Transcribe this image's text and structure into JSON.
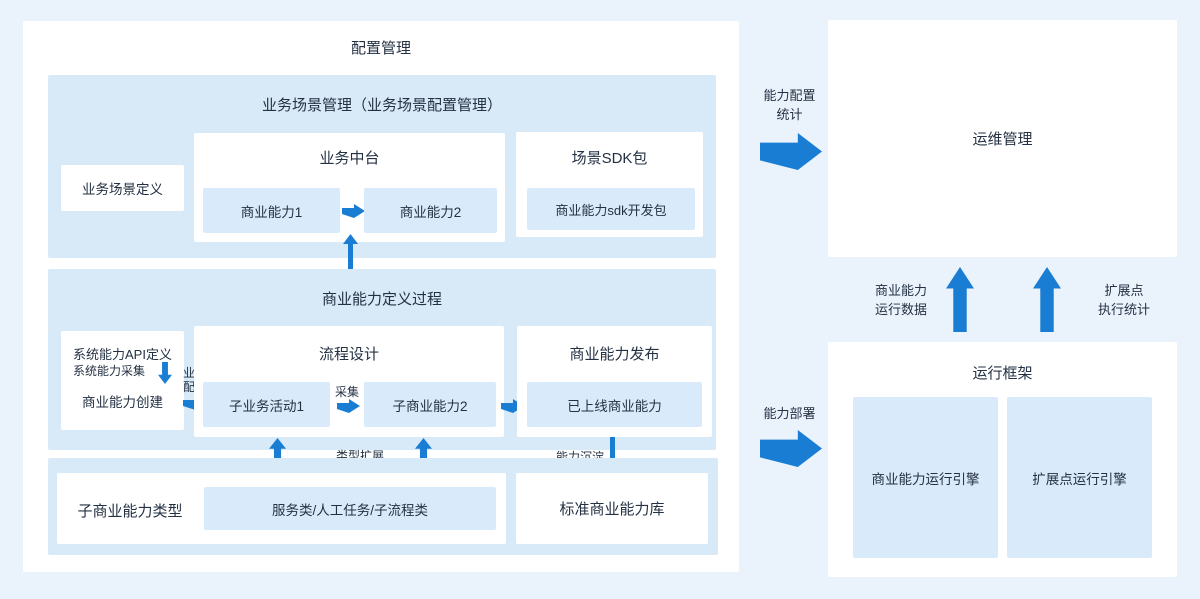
{
  "colors": {
    "page_background": "#eaf3fc",
    "panel_white": "#ffffff",
    "section_blue": "#d8e9f8",
    "inner_box_blue": "#d9eafa",
    "arrow_blue": "#1a7dd4",
    "text": "#243143"
  },
  "left": {
    "title": "配置管理",
    "s1": {
      "title": "业务场景管理（业务场景配置管理）",
      "scene_def": "业务场景定义",
      "biz_center": {
        "title": "业务中台",
        "cap1": "商业能力1",
        "cap2": "商业能力2"
      },
      "sdk": {
        "title": "场景SDK包",
        "pkg": "商业能力sdk开发包"
      }
    },
    "s2": {
      "title": "商业能力定义过程",
      "api_def": "系统能力API定义",
      "sys_collect": "系统能力采集",
      "create": "商业能力创建",
      "biz_config_line1": "业务",
      "biz_config_line2": "配置",
      "process": {
        "title": "流程设计",
        "sub_activity": "子业务活动1",
        "collect": "采集",
        "sub_cap": "子商业能力2"
      },
      "publish": {
        "title": "商业能力发布",
        "online": "已上线商业能力"
      }
    },
    "s3": {
      "type_title": "子商业能力类型",
      "types": "服务类/人工任务/子流程类",
      "std_lib": "标准商业能力库"
    },
    "labels": {
      "type_extend": "类型扩展",
      "cap_settle": "能力沉淀"
    }
  },
  "right": {
    "config_stat_line1": "能力配置",
    "config_stat_line2": "统计",
    "ops_title": "运维管理",
    "run_data_line1": "商业能力",
    "run_data_line2": "运行数据",
    "ext_stat_line1": "扩展点",
    "ext_stat_line2": "执行统计",
    "deploy": "能力部署",
    "runtime": {
      "title": "运行框架",
      "cap_engine": "商业能力运行引擎",
      "ext_engine": "扩展点运行引擎"
    }
  }
}
